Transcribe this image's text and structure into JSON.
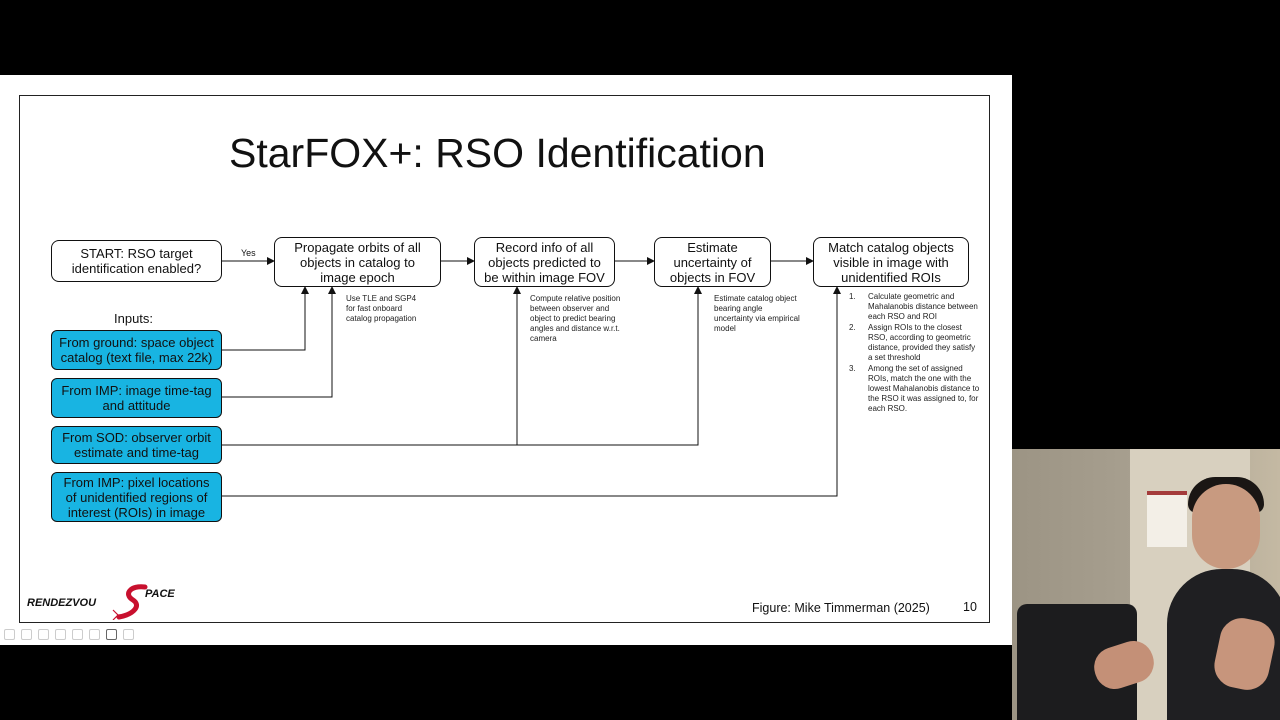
{
  "slide": {
    "title": "StarFOX+: RSO Identification",
    "flow": {
      "start": "START: RSO target\nidentification enabled?",
      "yes_label": "Yes",
      "propagate": "Propagate orbits of all\nobjects in catalog to\nimage epoch",
      "record": "Record info of all\nobjects predicted to\nbe within image FOV",
      "estimate": "Estimate\nuncertainty of\nobjects in FOV",
      "match": "Match catalog objects\nvisible in image with\nunidentified ROIs"
    },
    "notes": {
      "propagate": "Use TLE and SGP4\nfor fast onboard\ncatalog propagation",
      "record": "Compute relative position\nbetween observer and\nobject to predict bearing\nangles and distance w.r.t.\ncamera",
      "estimate": "Estimate catalog object\nbearing angle\nuncertainty via empirical\nmodel"
    },
    "match_steps": [
      {
        "num": "1.",
        "text": "Calculate geometric and Mahalanobis distance between each RSO and ROI"
      },
      {
        "num": "2.",
        "text": "Assign ROIs to the closest RSO, according to geometric distance, provided they satisfy a set threshold"
      },
      {
        "num": "3.",
        "text": "Among the set of assigned ROIs, match the one with the lowest Mahalanobis distance to the RSO it was assigned to, for each RSO."
      }
    ],
    "inputs_label": "Inputs:",
    "inputs": [
      "From ground: space object\ncatalog (text file, max 22k)",
      "From IMP: image time-tag\nand attitude",
      "From SOD: observer orbit\nestimate and time-tag",
      "From IMP: pixel locations\nof unidentified regions of\ninterest (ROIs) in image"
    ],
    "logo_text": {
      "left": "RENDEZVOU",
      "big_s": "S",
      "right": "PACE"
    },
    "credit": "Figure: Mike Timmerman (2025)",
    "page_number": "10"
  },
  "colors": {
    "input_fill": "#18b4e2",
    "logo_red": "#c8102e",
    "slide_bg": "#ffffff",
    "frame_bg": "#000000"
  },
  "toolbar_icons": [
    "back-icon",
    "forward-icon",
    "pen-icon",
    "slides-icon",
    "zoom-icon",
    "subtitles-icon",
    "camera-icon",
    "more-icon"
  ]
}
